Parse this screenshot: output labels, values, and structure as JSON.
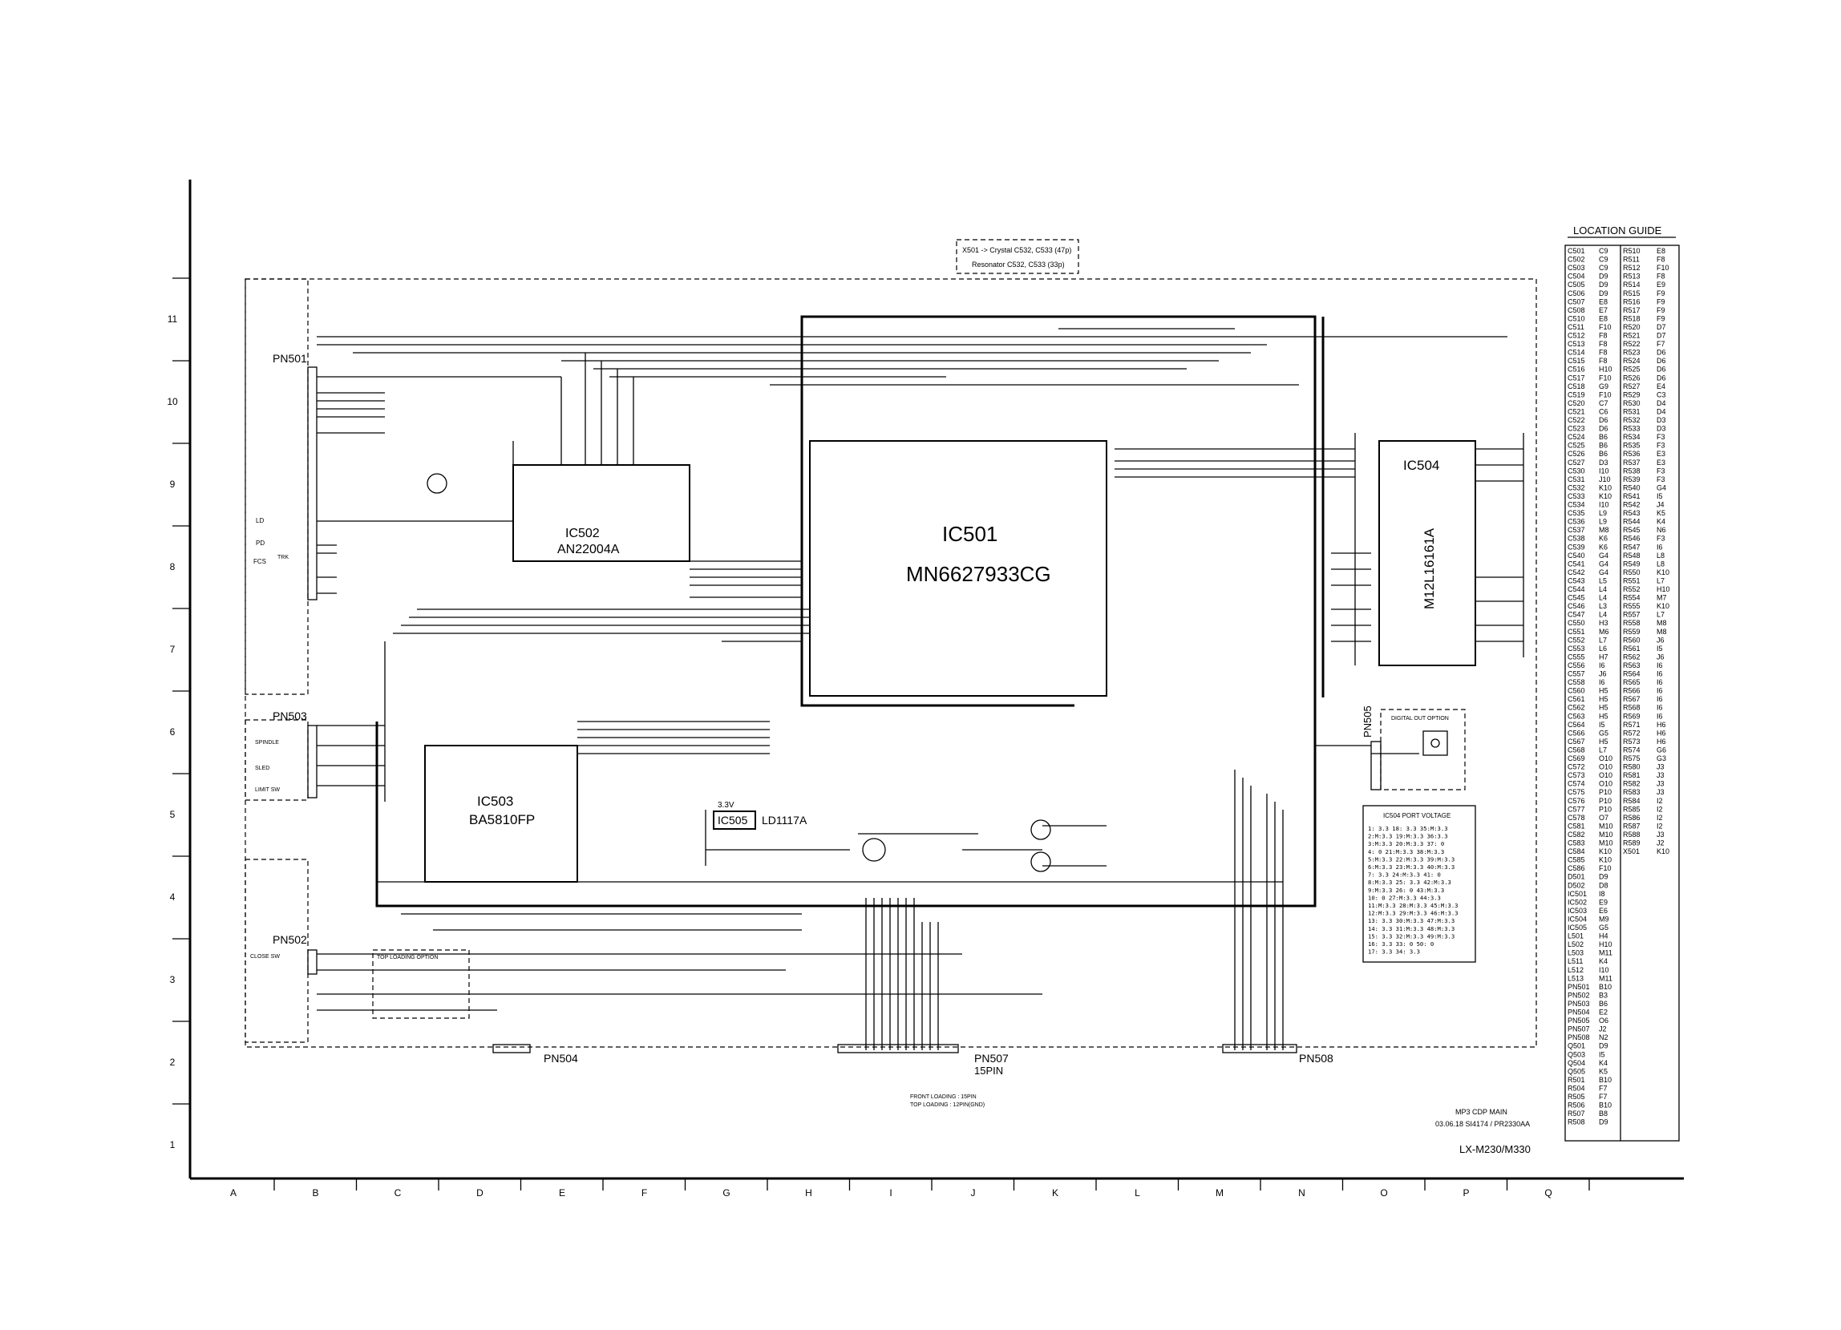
{
  "location_guide": {
    "title": "LOCATION GUIDE",
    "left_refs": [
      "C501",
      "C502",
      "C503",
      "C504",
      "C505",
      "C506",
      "C507",
      "C508",
      "C510",
      "C511",
      "C512",
      "C513",
      "C514",
      "C515",
      "C516",
      "C517",
      "C518",
      "C519",
      "C520",
      "C521",
      "C522",
      "C523",
      "C524",
      "C525",
      "C526",
      "C527",
      "C530",
      "C531",
      "C532",
      "C533",
      "C534",
      "C535",
      "C536",
      "C537",
      "C538",
      "C539",
      "C540",
      "C541",
      "C542",
      "C543",
      "C544",
      "C545",
      "C546",
      "C547",
      "C550",
      "C551",
      "C552",
      "C553",
      "C555",
      "C556",
      "C557",
      "C558",
      "C560",
      "C561",
      "C562",
      "C563",
      "C564",
      "C566",
      "C567",
      "C568",
      "C569",
      "C572",
      "C573",
      "C574",
      "C575",
      "C576",
      "C577",
      "C578",
      "C581",
      "C582",
      "C583",
      "C584",
      "C585",
      "C586",
      "D501",
      "D502",
      "IC501",
      "IC502",
      "IC503",
      "IC504",
      "IC505",
      "L501",
      "L502",
      "L503",
      "L511",
      "L512",
      "L513",
      "PN501",
      "PN502",
      "PN503",
      "PN504",
      "PN505",
      "PN507",
      "PN508",
      "Q501",
      "Q503",
      "Q504",
      "Q505",
      "R501",
      "R504",
      "R505",
      "R506",
      "R507",
      "R508"
    ],
    "left_locs": [
      "C9",
      "C9",
      "C9",
      "D9",
      "D9",
      "D9",
      "E8",
      "E7",
      "E8",
      "F10",
      "F8",
      "F8",
      "F8",
      "F8",
      "H10",
      "F10",
      "G9",
      "F10",
      "C7",
      "C6",
      "D6",
      "D6",
      "B6",
      "B6",
      "B6",
      "D3",
      "I10",
      "J10",
      "K10",
      "K10",
      "I10",
      "L9",
      "L9",
      "M8",
      "K6",
      "K6",
      "G4",
      "G4",
      "G4",
      "L5",
      "L4",
      "L4",
      "L3",
      "L4",
      "H3",
      "M6",
      "L7",
      "L6",
      "H7",
      "I6",
      "J6",
      "I6",
      "H5",
      "H5",
      "H5",
      "H5",
      "I5",
      "G5",
      "H5",
      "L7",
      "O10",
      "O10",
      "O10",
      "O10",
      "P10",
      "P10",
      "P10",
      "O7",
      "M10",
      "M10",
      "M10",
      "K10",
      "K10",
      "F10",
      "D9",
      "D8",
      "I8",
      "E9",
      "E6",
      "M9",
      "G5",
      "H4",
      "H10",
      "M11",
      "K4",
      "I10",
      "M11",
      "B10",
      "B3",
      "B6",
      "E2",
      "O6",
      "J2",
      "N2",
      "D9",
      "I5",
      "K4",
      "K5",
      "B10",
      "F7",
      "F7",
      "B10",
      "B8",
      "D9"
    ],
    "right_refs": [
      "R510",
      "R511",
      "R512",
      "R513",
      "R514",
      "R515",
      "R516",
      "R517",
      "R518",
      "R520",
      "R521",
      "R522",
      "R523",
      "R524",
      "R525",
      "R526",
      "R527",
      "R529",
      "R530",
      "R531",
      "R532",
      "R533",
      "R534",
      "R535",
      "R536",
      "R537",
      "R538",
      "R539",
      "R540",
      "R541",
      "R542",
      "R543",
      "R544",
      "R545",
      "R546",
      "R547",
      "R548",
      "R549",
      "R550",
      "R551",
      "R552",
      "R554",
      "R555",
      "R557",
      "R558",
      "R559",
      "R560",
      "R561",
      "R562",
      "R563",
      "R564",
      "R565",
      "R566",
      "R567",
      "R568",
      "R569",
      "R571",
      "R572",
      "R573",
      "R574",
      "R575",
      "R580",
      "R581",
      "R582",
      "R583",
      "R584",
      "R585",
      "R586",
      "R587",
      "R588",
      "R589",
      "X501"
    ],
    "right_locs": [
      "E8",
      "F8",
      "F10",
      "F8",
      "E9",
      "F9",
      "F9",
      "F9",
      "F9",
      "D7",
      "D7",
      "F7",
      "D6",
      "D6",
      "D6",
      "D6",
      "E4",
      "C3",
      "D4",
      "D4",
      "D3",
      "D3",
      "F3",
      "F3",
      "E3",
      "E3",
      "F3",
      "F3",
      "G4",
      "I5",
      "J4",
      "K5",
      "K4",
      "N6",
      "F3",
      "I6",
      "L8",
      "L8",
      "K10",
      "L7",
      "H10",
      "M7",
      "K10",
      "L7",
      "M8",
      "M8",
      "J6",
      "I5",
      "J6",
      "I6",
      "I6",
      "I6",
      "I6",
      "I6",
      "I6",
      "I6",
      "H6",
      "H6",
      "H6",
      "G6",
      "G3",
      "J3",
      "J3",
      "J3",
      "J3",
      "I2",
      "I2",
      "I2",
      "I2",
      "J3",
      "J2",
      "K10"
    ]
  },
  "row_numbers": [
    "11",
    "10",
    "9",
    "8",
    "7",
    "6",
    "5",
    "4",
    "3",
    "2",
    "1"
  ],
  "col_letters": [
    "A",
    "B",
    "C",
    "D",
    "E",
    "F",
    "G",
    "H",
    "I",
    "J",
    "K",
    "L",
    "M",
    "N",
    "O",
    "P",
    "Q"
  ],
  "ics": {
    "ic501": {
      "ref": "IC501",
      "part": "MN6627933CG"
    },
    "ic502": {
      "ref": "IC502",
      "part": "AN22004A"
    },
    "ic503": {
      "ref": "IC503",
      "part": "BA5810FP"
    },
    "ic504": {
      "ref": "IC504",
      "part": "M12L16161A"
    },
    "ic505": {
      "ref": "IC505",
      "part": "LD1117A",
      "voltage": "3.3V"
    }
  },
  "connectors": {
    "pn501": "PN501",
    "pn502": "PN502",
    "pn503": "PN503",
    "pn504": "PN504",
    "pn505": "PN505",
    "pn507": "PN507",
    "pn507_sub": "15PIN",
    "pn508": "PN508"
  },
  "notes": {
    "crystal_line1": "X501 -> Crystal C532, C533 (47p)",
    "crystal_line2": "Resonator C532, C533 (33p)",
    "digital_out": "DIGITAL OUT OPTION",
    "top_loading_option": "TOP LOADING OPTION",
    "front_loading": "FRONT LOADING : 15PIN",
    "top_loading": "TOP LOADING : 12PIN(GND)",
    "sw_close": "CLOSE SW",
    "sw_limit": "LIMIT SW",
    "spindle": "SPINDLE",
    "sled": "SLED",
    "ld": "LD",
    "pd": "PD",
    "fcs": "FCS",
    "trk": "TRK"
  },
  "port_voltage": {
    "title": "IC504 PORT VOLTAGE",
    "rows": [
      "1: 3.3    18: 3.3    35:M:3.3",
      "2:M:3.3   19:M:3.3   36:3.3",
      "3:M:3.3   20:M:3.3   37: 0",
      "4: 0      21:M:3.3   38:M:3.3",
      "5:M:3.3   22:M:3.3   39:M:3.3",
      "6:M:3.3   23:M:3.3   40:M:3.3",
      "7: 3.3    24:M:3.3   41: 0",
      "8:M:3.3   25: 3.3    42:M:3.3",
      "9:M:3.3   26: 0      43:M:3.3",
      "10: 0     27:M:3.3   44:3.3",
      "11:M:3.3  28:M:3.3   45:M:3.3",
      "12:M:3.3  29:M:3.3   46:M:3.3",
      "13: 3.3   30:M:3.3   47:M:3.3",
      "14: 3.3   31:M:3.3   48:M:3.3",
      "15: 3.3   32:M:3.3   49:M:3.3",
      "16: 3.3   33: 0      50: 0",
      "17: 3.3   34: 3.3"
    ]
  },
  "title_block": {
    "line1": "MP3 CDP MAIN",
    "line2": "03.06.18 SI4174 / PR2330AA",
    "model": "LX-M230/M330"
  }
}
